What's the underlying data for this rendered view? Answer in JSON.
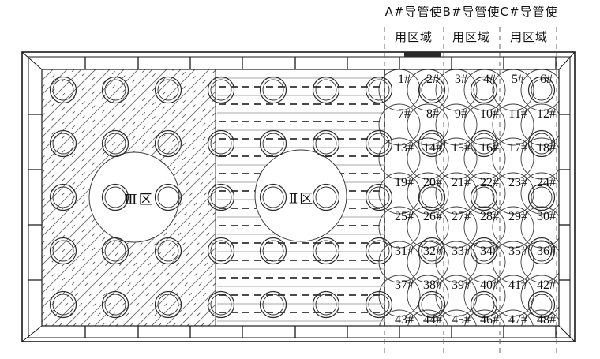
{
  "title_labels": {
    "zones": [
      {
        "name": "A",
        "line1": "A#导管使",
        "line2": "用区域"
      },
      {
        "name": "B",
        "line1": "B#导管使",
        "line2": "用区域"
      },
      {
        "name": "C",
        "line1": "C#导管使",
        "line2": "用区域"
      }
    ]
  },
  "drawing": {
    "region_labels": {
      "zone3": "Ⅲ区",
      "zone2": "Ⅱ区"
    },
    "pile_numbers": [
      "1#",
      "2#",
      "3#",
      "4#",
      "5#",
      "6#",
      "7#",
      "8#",
      "9#",
      "10#",
      "11#",
      "12#",
      "13#",
      "14#",
      "15#",
      "16#",
      "17#",
      "18#",
      "19#",
      "20#",
      "21#",
      "22#",
      "23#",
      "24#",
      "25#",
      "26#",
      "27#",
      "28#",
      "29#",
      "30#",
      "31#",
      "32#",
      "33#",
      "34#",
      "35#",
      "36#",
      "37#",
      "38#",
      "39#",
      "40#",
      "41#",
      "42#",
      "43#",
      "44#",
      "45#",
      "46#",
      "47#",
      "48#"
    ],
    "colors": {
      "wall_line": "#1a1a1a",
      "circle_line": "#3c3c3c",
      "pile_line": "#2a2a2a",
      "hatch_solid": "#8a8a8a",
      "hatch_dash": "#4a4a4a",
      "diag_line": "#707070",
      "diag_dash": "#5a5a5a",
      "divider_dash": "#666666",
      "text": "#111111",
      "background": "#ffffff"
    }
  }
}
